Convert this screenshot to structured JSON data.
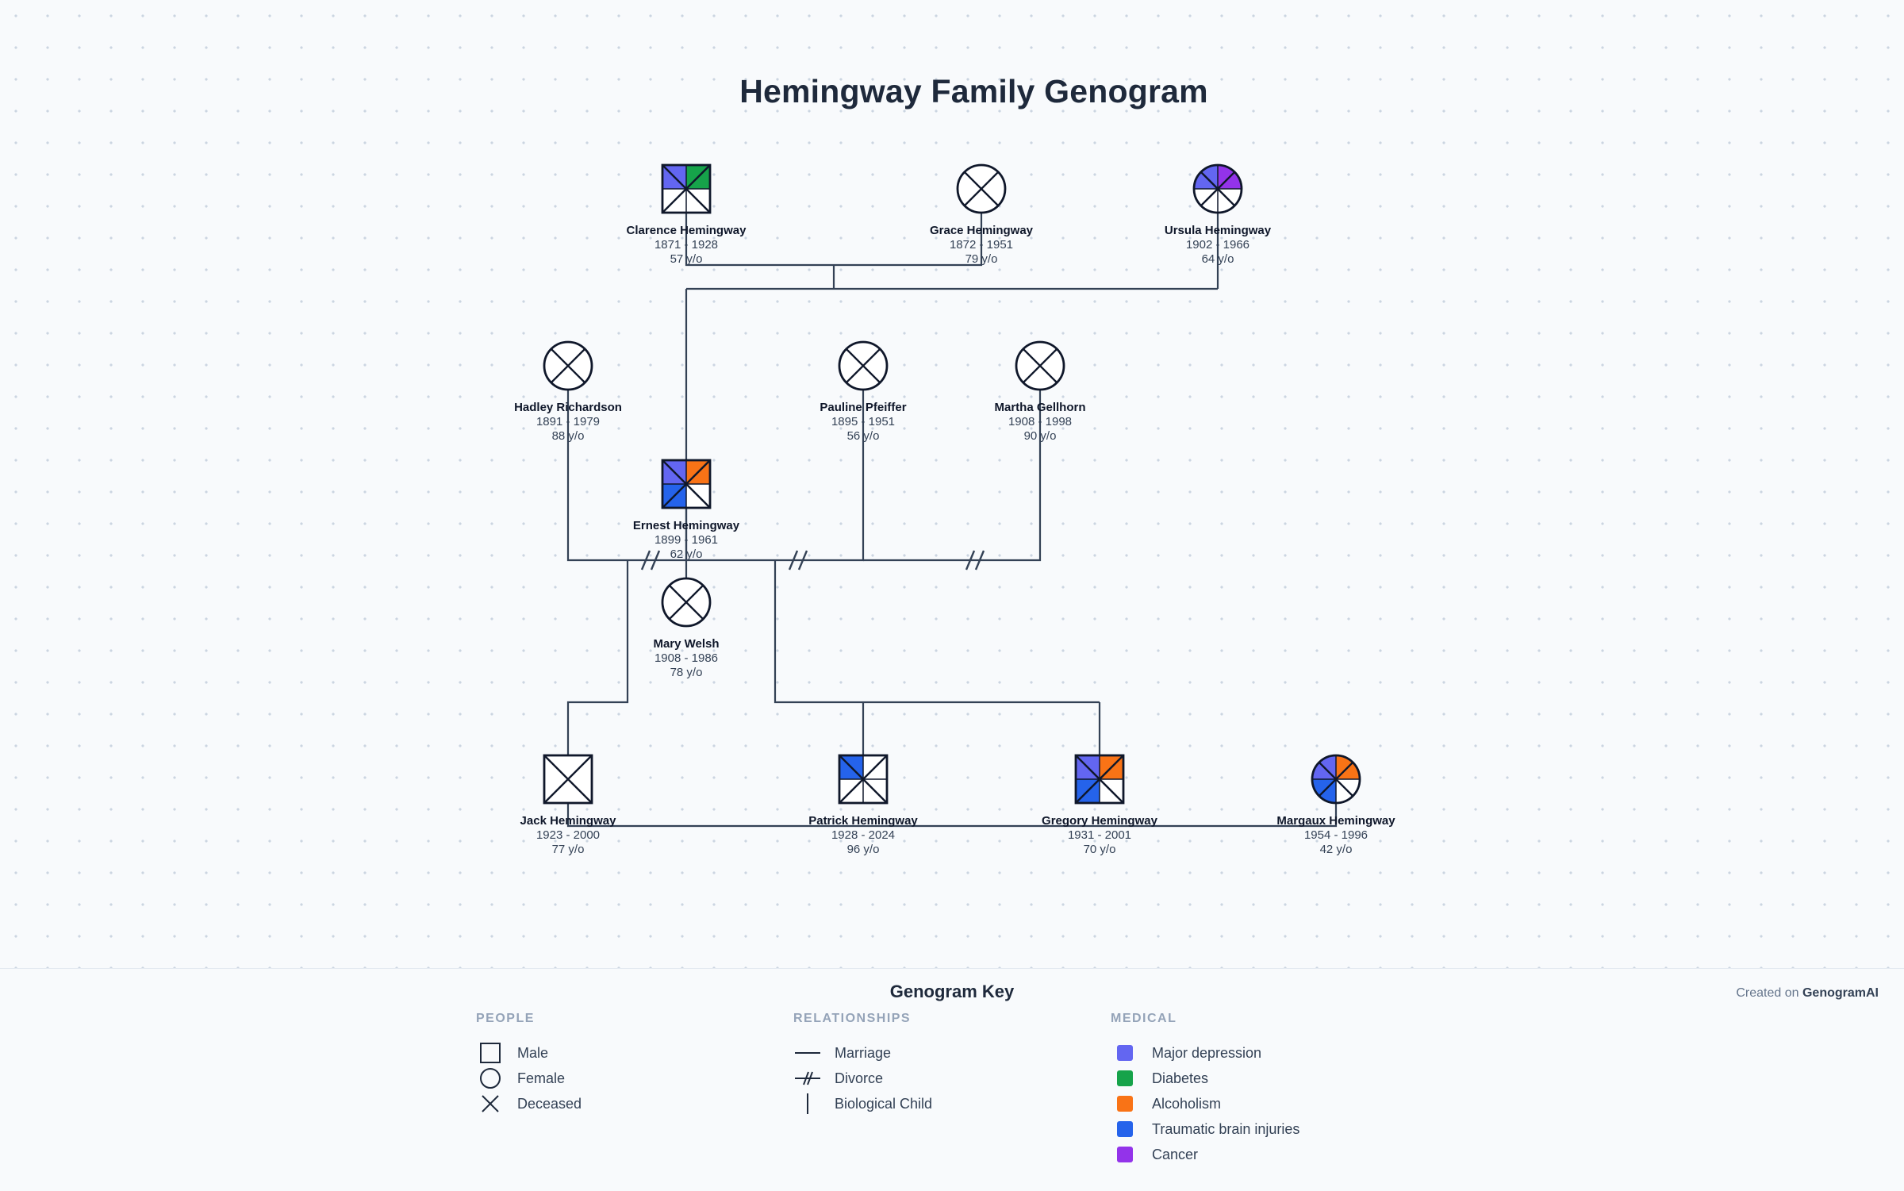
{
  "title": "Hemingway Family Genogram",
  "colors": {
    "line": "#334155",
    "major_depression": "#6366f1",
    "diabetes": "#16a34a",
    "alcoholism": "#f97316",
    "tbi": "#2563eb",
    "cancer": "#9333ea"
  },
  "people": [
    {
      "id": "clarence",
      "name": "Clarence Hemingway",
      "years": "1871 - 1928",
      "age": "57 y/o",
      "sex": "male",
      "deceased": true,
      "conditions": [
        "major_depression",
        "diabetes"
      ]
    },
    {
      "id": "grace",
      "name": "Grace Hemingway",
      "years": "1872 - 1951",
      "age": "79 y/o",
      "sex": "female",
      "deceased": true,
      "conditions": []
    },
    {
      "id": "ursula",
      "name": "Ursula Hemingway",
      "years": "1902 - 1966",
      "age": "64 y/o",
      "sex": "female",
      "deceased": true,
      "conditions": [
        "major_depression",
        "cancer"
      ]
    },
    {
      "id": "hadley",
      "name": "Hadley Richardson",
      "years": "1891 - 1979",
      "age": "88 y/o",
      "sex": "female",
      "deceased": true,
      "conditions": []
    },
    {
      "id": "pauline",
      "name": "Pauline Pfeiffer",
      "years": "1895 - 1951",
      "age": "56 y/o",
      "sex": "female",
      "deceased": true,
      "conditions": []
    },
    {
      "id": "martha",
      "name": "Martha Gellhorn",
      "years": "1908 - 1998",
      "age": "90 y/o",
      "sex": "female",
      "deceased": true,
      "conditions": []
    },
    {
      "id": "ernest",
      "name": "Ernest Hemingway",
      "years": "1899 - 1961",
      "age": "62 y/o",
      "sex": "male",
      "deceased": true,
      "conditions": [
        "major_depression",
        "alcoholism",
        "tbi"
      ]
    },
    {
      "id": "mary",
      "name": "Mary Welsh",
      "years": "1908 - 1986",
      "age": "78 y/o",
      "sex": "female",
      "deceased": true,
      "conditions": []
    },
    {
      "id": "jack",
      "name": "Jack Hemingway",
      "years": "1923 - 2000",
      "age": "77 y/o",
      "sex": "male",
      "deceased": true,
      "conditions": []
    },
    {
      "id": "patrick",
      "name": "Patrick Hemingway",
      "years": "1928 - 2024",
      "age": "96 y/o",
      "sex": "male",
      "deceased": true,
      "conditions": [
        "tbi"
      ]
    },
    {
      "id": "gregory",
      "name": "Gregory Hemingway",
      "years": "1931 - 2001",
      "age": "70 y/o",
      "sex": "male",
      "deceased": true,
      "conditions": [
        "major_depression",
        "alcoholism",
        "tbi"
      ]
    },
    {
      "id": "margaux",
      "name": "Margaux Hemingway",
      "years": "1954 - 1996",
      "age": "42 y/o",
      "sex": "female",
      "deceased": true,
      "conditions": [
        "major_depression",
        "alcoholism",
        "tbi"
      ]
    }
  ],
  "relationships": [
    {
      "type": "marriage",
      "a": "clarence",
      "b": "grace"
    },
    {
      "type": "divorce",
      "a": "ernest",
      "b": "hadley"
    },
    {
      "type": "divorce",
      "a": "ernest",
      "b": "pauline"
    },
    {
      "type": "divorce",
      "a": "ernest",
      "b": "martha"
    },
    {
      "type": "marriage",
      "a": "ernest",
      "b": "mary"
    },
    {
      "type": "child",
      "parents": [
        "clarence",
        "grace"
      ],
      "children": [
        "ernest",
        "ursula"
      ]
    },
    {
      "type": "child",
      "parents": [
        "ernest",
        "hadley"
      ],
      "children": [
        "jack"
      ]
    },
    {
      "type": "child",
      "parents": [
        "ernest",
        "pauline"
      ],
      "children": [
        "patrick",
        "gregory"
      ]
    },
    {
      "type": "child",
      "parents": [
        "jack"
      ],
      "children": [
        "margaux"
      ]
    }
  ],
  "key": {
    "title": "Genogram Key",
    "credit_prefix": "Created on",
    "credit_brand": "GenogramAI",
    "people": {
      "heading": "PEOPLE",
      "items": [
        {
          "label": "Male",
          "icon": "square-icon"
        },
        {
          "label": "Female",
          "icon": "circle-icon"
        },
        {
          "label": "Deceased",
          "icon": "x-icon"
        }
      ]
    },
    "relationships": {
      "heading": "RELATIONSHIPS",
      "items": [
        {
          "label": "Marriage",
          "icon": "line-icon"
        },
        {
          "label": "Divorce",
          "icon": "divorce-line-icon"
        },
        {
          "label": "Biological Child",
          "icon": "vertical-line-icon"
        }
      ]
    },
    "medical": {
      "heading": "MEDICAL",
      "items": [
        {
          "label": "Major depression",
          "color": "#6366f1"
        },
        {
          "label": "Diabetes",
          "color": "#16a34a"
        },
        {
          "label": "Alcoholism",
          "color": "#f97316"
        },
        {
          "label": "Traumatic brain injuries",
          "color": "#2563eb"
        },
        {
          "label": "Cancer",
          "color": "#9333ea"
        }
      ]
    }
  }
}
